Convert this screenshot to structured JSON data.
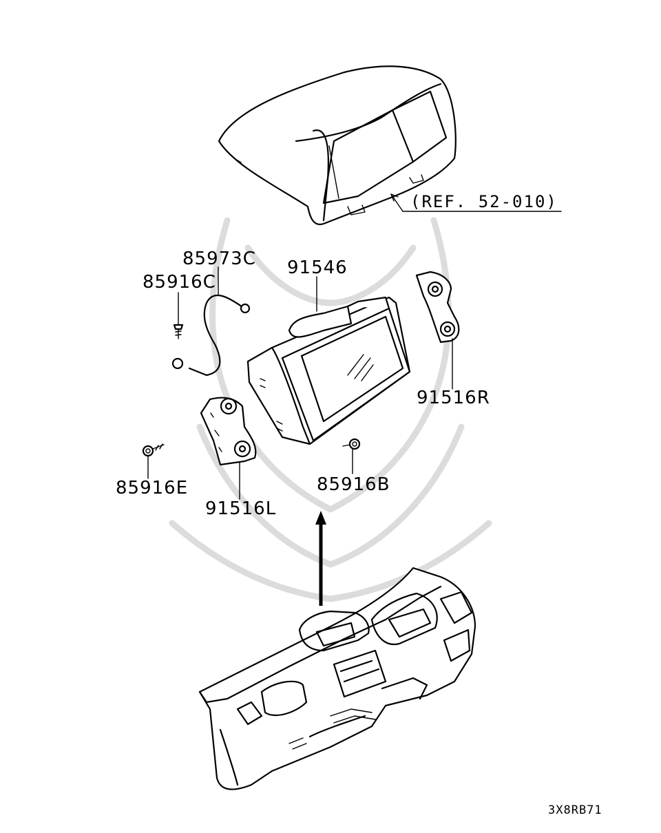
{
  "callouts": {
    "reference": "(REF. 52-010)",
    "cable": "85973C",
    "screw_c": "85916C",
    "display_unit": "91546",
    "bracket_right": "91516R",
    "screw_e": "85916E",
    "bracket_left": "91516L",
    "screw_b": "85916B"
  },
  "diagram_code": "3X8RB71"
}
